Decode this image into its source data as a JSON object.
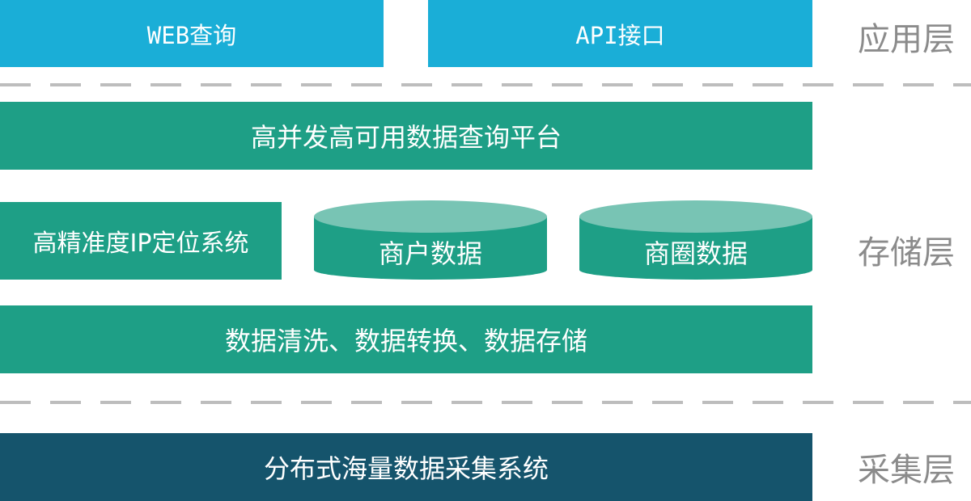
{
  "layers": {
    "app": "应用层",
    "storage": "存储层",
    "collection": "采集层"
  },
  "app_layer": {
    "web_query": "WEB查询",
    "api": "API接口"
  },
  "storage_layer": {
    "platform": "高并发高可用数据查询平台",
    "ip_system": "高精准度IP定位系统",
    "merchant_data": "商户数据",
    "business_district_data": "商圈数据",
    "processing": "数据清洗、数据转换、数据存储"
  },
  "collection_layer": {
    "system": "分布式海量数据采集系统"
  },
  "colors": {
    "app_blue": "#1aaed7",
    "storage_green": "#1e9f86",
    "cylinder_top": "#78c4b4",
    "collection_navy": "#15546c",
    "label_gray": "#8b8b8b",
    "dash_gray": "#bdbdbd"
  }
}
